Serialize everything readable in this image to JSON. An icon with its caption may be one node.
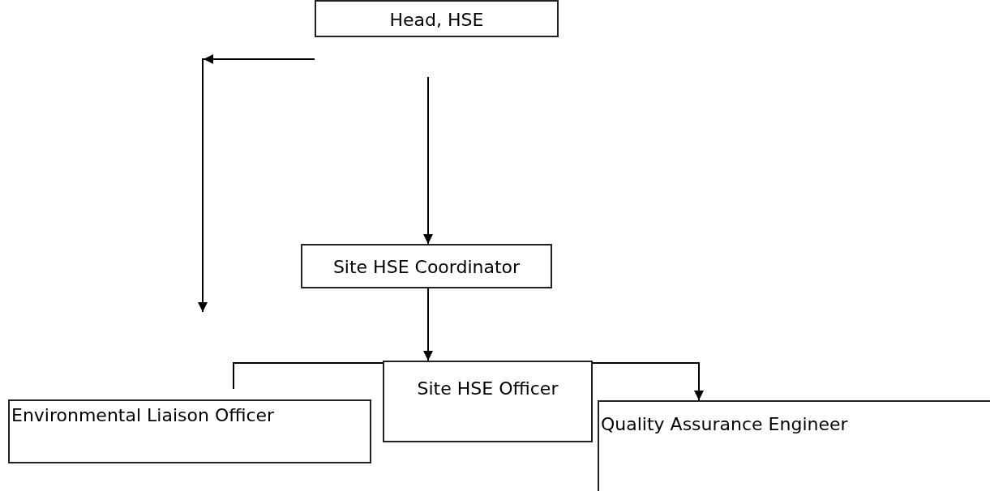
{
  "diagram": {
    "nodes": [
      {
        "text": [
          "Head, HSE"
        ]
      },
      {
        "text": [
          "Site HSE Coordinator"
        ]
      },
      {
        "text": [
          "Environmental Liaison Officer"
        ]
      },
      {
        "text": [
          "Site HSE Officer"
        ]
      },
      {
        "text": [
          "Quality Assurance Engineer"
        ]
      }
    ],
    "edges": [
      {
        "from": 0,
        "to": null,
        "arrow": "to"
      },
      {
        "from": 0,
        "to": 1,
        "arrow": "to"
      },
      {
        "from": 1,
        "to": 3,
        "arrow": "to"
      },
      {
        "from": 1,
        "to": 2,
        "arrow": "none"
      },
      {
        "from": 1,
        "to": 4,
        "arrow": "to"
      }
    ]
  }
}
